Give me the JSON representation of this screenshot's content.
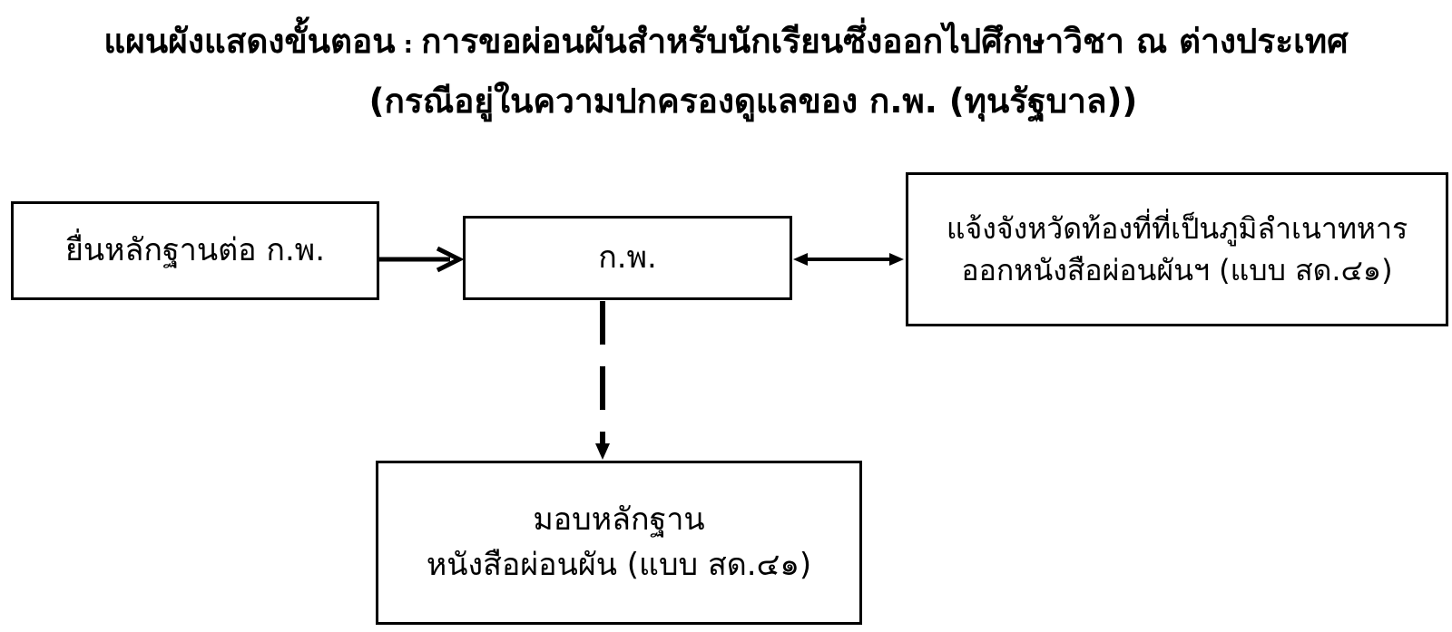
{
  "title": {
    "line1_main": "แผนผังแสดงขั้นตอน",
    "line1_sep": " : ",
    "line1_rest": "การขอผ่อนผันสำหรับนักเรียนซึ่งออกไปศึกษาวิชา ณ ต่างประเทศ",
    "line2": "(กรณีอยู่ในความปกครองดูแลของ ก.พ. (ทุนรัฐบาล))"
  },
  "nodes": {
    "submit": {
      "text": "ยื่นหลักฐานต่อ ก.พ."
    },
    "ocsc": {
      "text": "ก.พ."
    },
    "notify": {
      "line1": "แจ้งจังหวัดท้องที่ที่เป็นภูมิลำเนาทหาร",
      "line2": "ออกหนังสือผ่อนผันฯ (แบบ สด.๔๑)"
    },
    "deliver": {
      "line1": "มอบหลักฐาน",
      "line2": "หนังสือผ่อนผัน (แบบ สด.๔๑)"
    }
  },
  "edges": [
    {
      "from": "submit",
      "to": "ocsc",
      "style": "solid",
      "direction": "forward"
    },
    {
      "from": "ocsc",
      "to": "notify",
      "style": "solid",
      "direction": "both"
    },
    {
      "from": "ocsc",
      "to": "deliver",
      "style": "dashed",
      "direction": "forward"
    }
  ],
  "colors": {
    "line": "#000000",
    "background": "#ffffff"
  }
}
